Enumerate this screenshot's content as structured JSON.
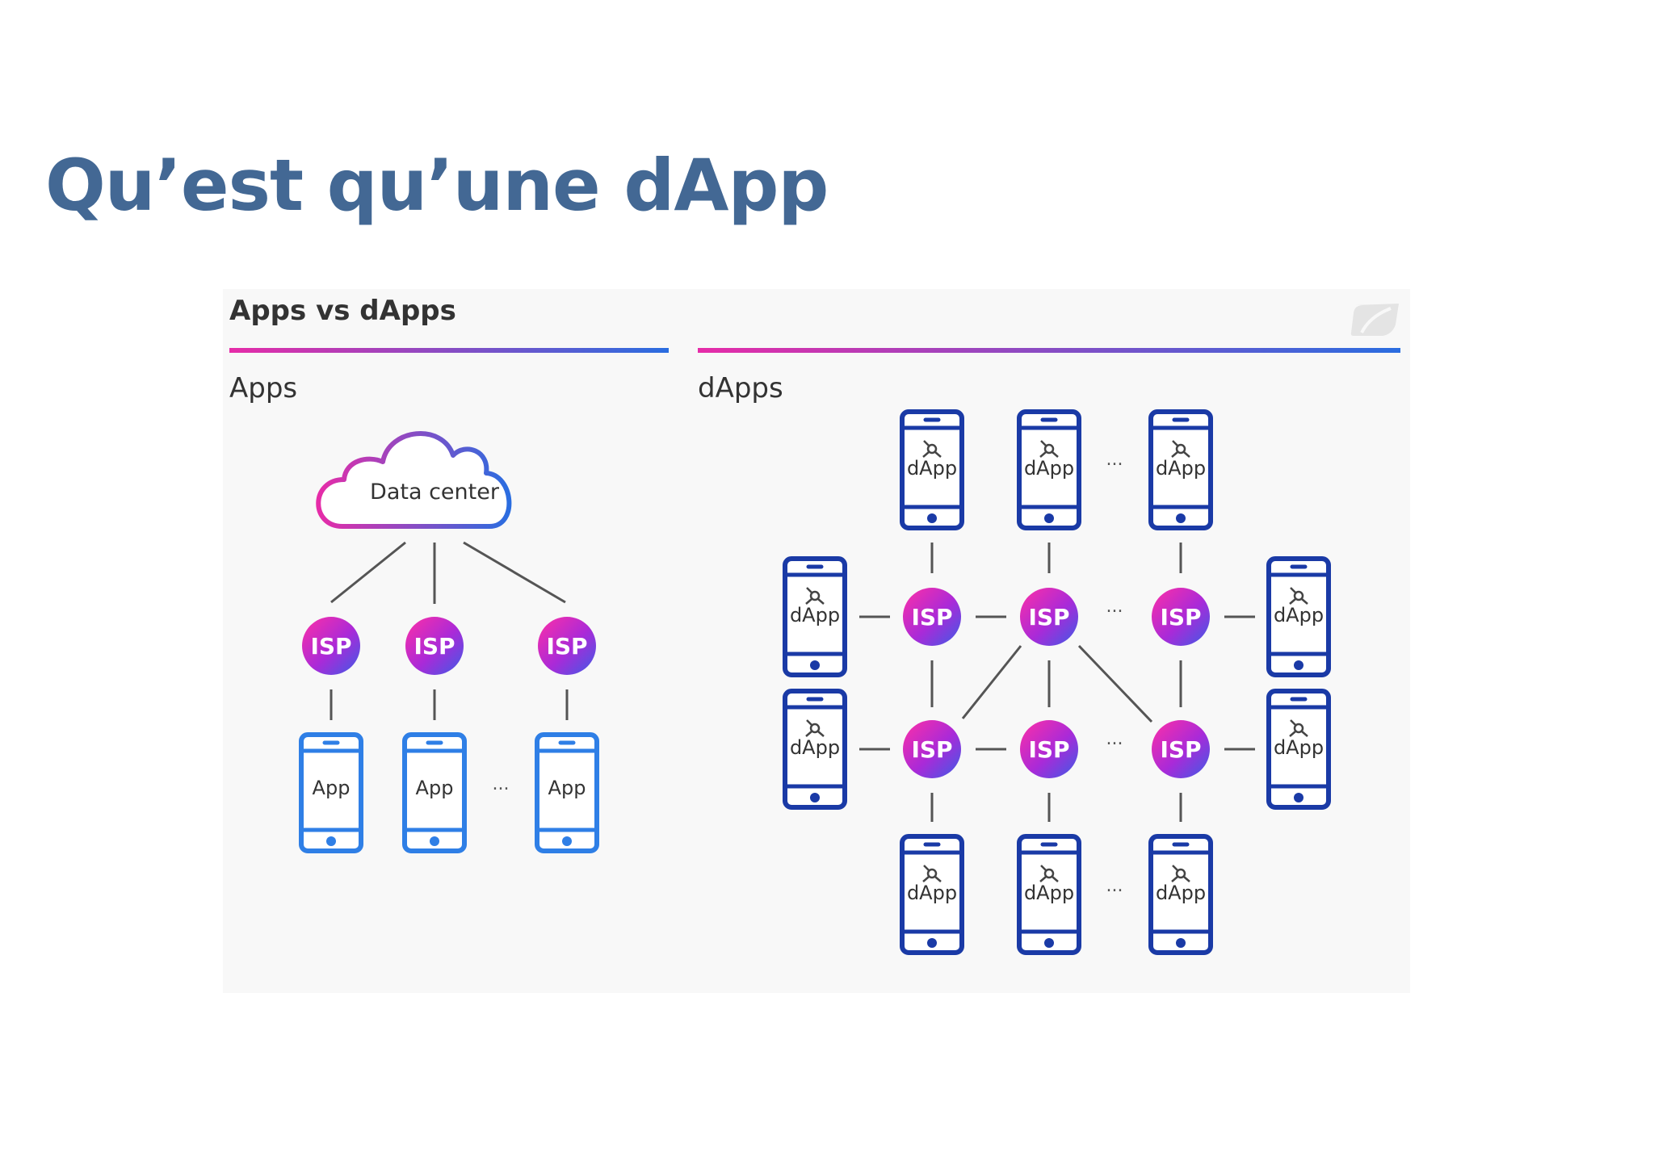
{
  "slide": {
    "title": "Qu’est qu’une dApp"
  },
  "figure": {
    "header": "Apps vs dApps",
    "logo_icon": "leaf-logo-icon",
    "colors": {
      "gradient_start": "#e62ca8",
      "gradient_end": "#2a6de0",
      "app_phone": "#2f7fe6",
      "dapp_phone": "#1a3aa6"
    },
    "apps": {
      "label": "Apps",
      "cloud_label": "Data center",
      "isp_label": "ISP",
      "app_label": "App",
      "ellipsis": "..."
    },
    "dapps": {
      "label": "dApps",
      "isp_label": "ISP",
      "dapp_label": "dApp",
      "dapp_icon": "network-node-icon",
      "ellipsis": "..."
    }
  }
}
